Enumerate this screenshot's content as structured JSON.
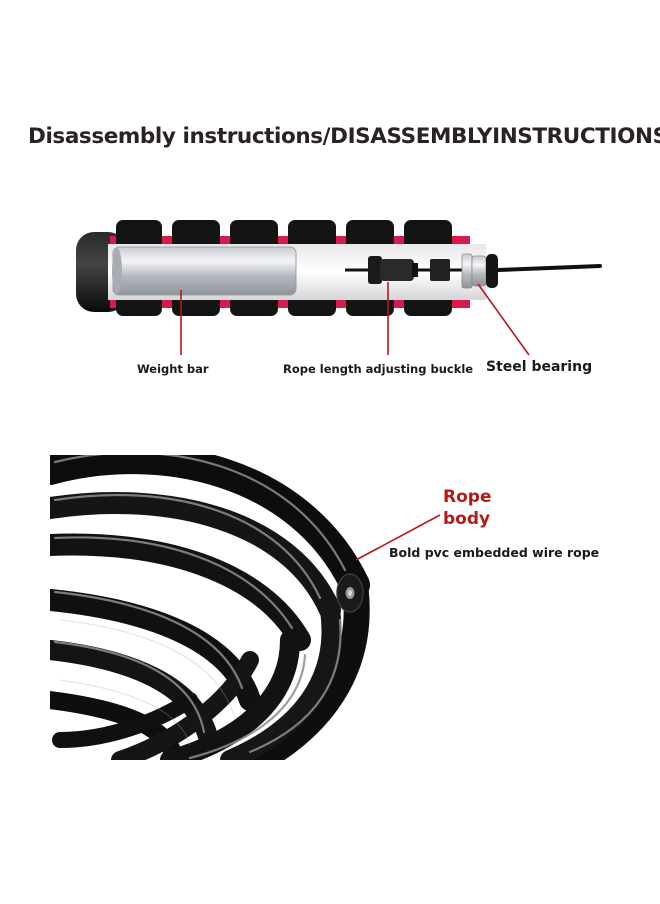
{
  "title": "Disassembly instructions/DISASSEMBLYINSTRUCTIONS",
  "labels": {
    "weight_bar": "Weight bar",
    "adjusting_buckle": "Rope length adjusting buckle",
    "steel_bearing": "Steel bearing",
    "rope_body": "Rope body",
    "rope_desc": "Bold pvc embedded wire rope"
  },
  "colors": {
    "accent_red": "#b51a1a",
    "handle_black": "#111111",
    "pink_core": "#d81b4a"
  }
}
